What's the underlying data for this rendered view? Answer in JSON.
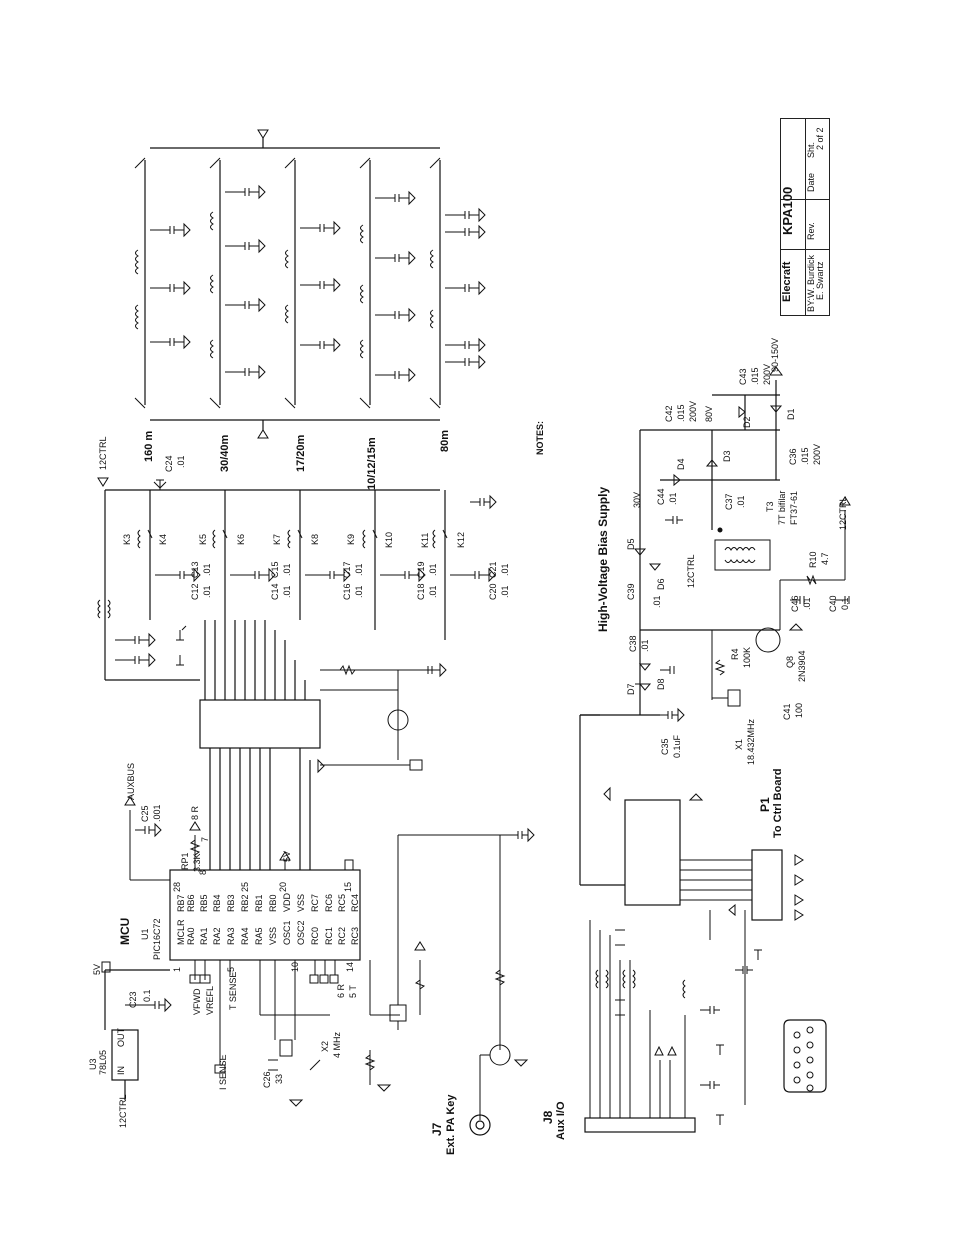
{
  "title_block": {
    "company": "Elecraft",
    "model": "KPA100",
    "drawn_by": "BY:W. Burdick",
    "drawn_by2": "E. Swartz",
    "rev_label": "Rev.",
    "date_label": "Date",
    "sheet_label": "Sht.",
    "sheet_value": "2 of 2"
  },
  "sections": {
    "mcu": "MCU",
    "hv_bias": "High-Voltage Bias Supply",
    "notes": "NOTES:",
    "p1": "P1",
    "p1_sub": "To Ctrl  Board",
    "j7": "J7",
    "j7_sub": "Ext. PA Key",
    "j8": "J8",
    "j8_sub": "Aux I/O"
  },
  "bands": [
    "160 m",
    "30/40m",
    "17/20m",
    "10/12/15m",
    "80m"
  ],
  "mcu_chip": {
    "u1": "U1",
    "part": "PIC16C72",
    "left_pins": [
      "MCLR",
      "RA0",
      "RA1",
      "RA2",
      "RA3",
      "RA4",
      "RA5",
      "VSS",
      "OSC1",
      "OSC2",
      "RC0",
      "RC1",
      "RC2",
      "RC3"
    ],
    "right_pins": [
      "RB7",
      "RB6",
      "RB5",
      "RB4",
      "RB3",
      "RB2",
      "RB1",
      "RB0",
      "VDD",
      "VSS",
      "RC7",
      "RC6",
      "RC5",
      "RC4"
    ],
    "pin_numbers": [
      "1",
      "5",
      "10",
      "14",
      "28",
      "25",
      "20",
      "15",
      "8",
      "7",
      "6 R",
      "5 T"
    ]
  },
  "regulator": {
    "ref": "U3",
    "part": "78L05",
    "in": "IN",
    "out": "OUT",
    "rail": "12CTRL",
    "v5": "5V"
  },
  "components": {
    "c23": "C23",
    "c23v": "0.1",
    "c25": "C25",
    "c25v": ".001",
    "auxbus": "AUXBUS",
    "rp1": "RP1",
    "rp1v": "3.3K",
    "r8": "8 R",
    "vfwd": "VFWD",
    "vrefl": "VREFL",
    "tsense": "T SENSE",
    "isense": "I SENSE",
    "c26": "C26",
    "c26v": "33",
    "x2": "X2",
    "x2v": "4 MHz",
    "v5b": "5V",
    "c24": "C24",
    "c24v": ".01",
    "ctrl12": "12CTRL",
    "relays": [
      "K3",
      "K4",
      "K5",
      "K6",
      "K7",
      "K8",
      "K9",
      "K10",
      "K11",
      "K12"
    ],
    "relay_caps": [
      "C12",
      "C13",
      "C14",
      "C15",
      "C16",
      "C17",
      "C18",
      "C19",
      "C20",
      "C21"
    ],
    "relay_capv": ".01",
    "c35": "C35",
    "c35v": "0.1uF",
    "x1": "X1",
    "x1v": "18.432MHz",
    "c38": "C38",
    "c38v": ".01",
    "d7": "D7",
    "d8": "D8",
    "r4": "R4",
    "r4v": "100K",
    "q8": "Q8",
    "q8v": "2N3904",
    "c41": "C41",
    "c41v": "100",
    "c39": "C39",
    "c39v": ".01",
    "d5": "D5",
    "d6": "D6",
    "ctrl12b": "12CTRL",
    "c46": "C46",
    "c46v": ".01",
    "c40": "C40",
    "c40v": "0.1",
    "r10": "R10",
    "r10v": "4.7",
    "t3": "T3",
    "t3v": "7T bifilar",
    "t3c": "FT37-61",
    "c37": "C37",
    "c37v": ".01",
    "c44": "C44",
    "c44v": ".01",
    "v30": "30V",
    "c42": "C42",
    "c42v": ".015",
    "c42r": "200V",
    "v80": "80V",
    "d4": "D4",
    "d3": "D3",
    "d2": "D2",
    "d1": "D1",
    "c43": "C43",
    "c43v": ".015",
    "c43r": "200V",
    "c36": "C36",
    "c36v": ".015",
    "c36r": "200V",
    "v90": "90-150V",
    "ctrl12c": "12CTRL"
  }
}
